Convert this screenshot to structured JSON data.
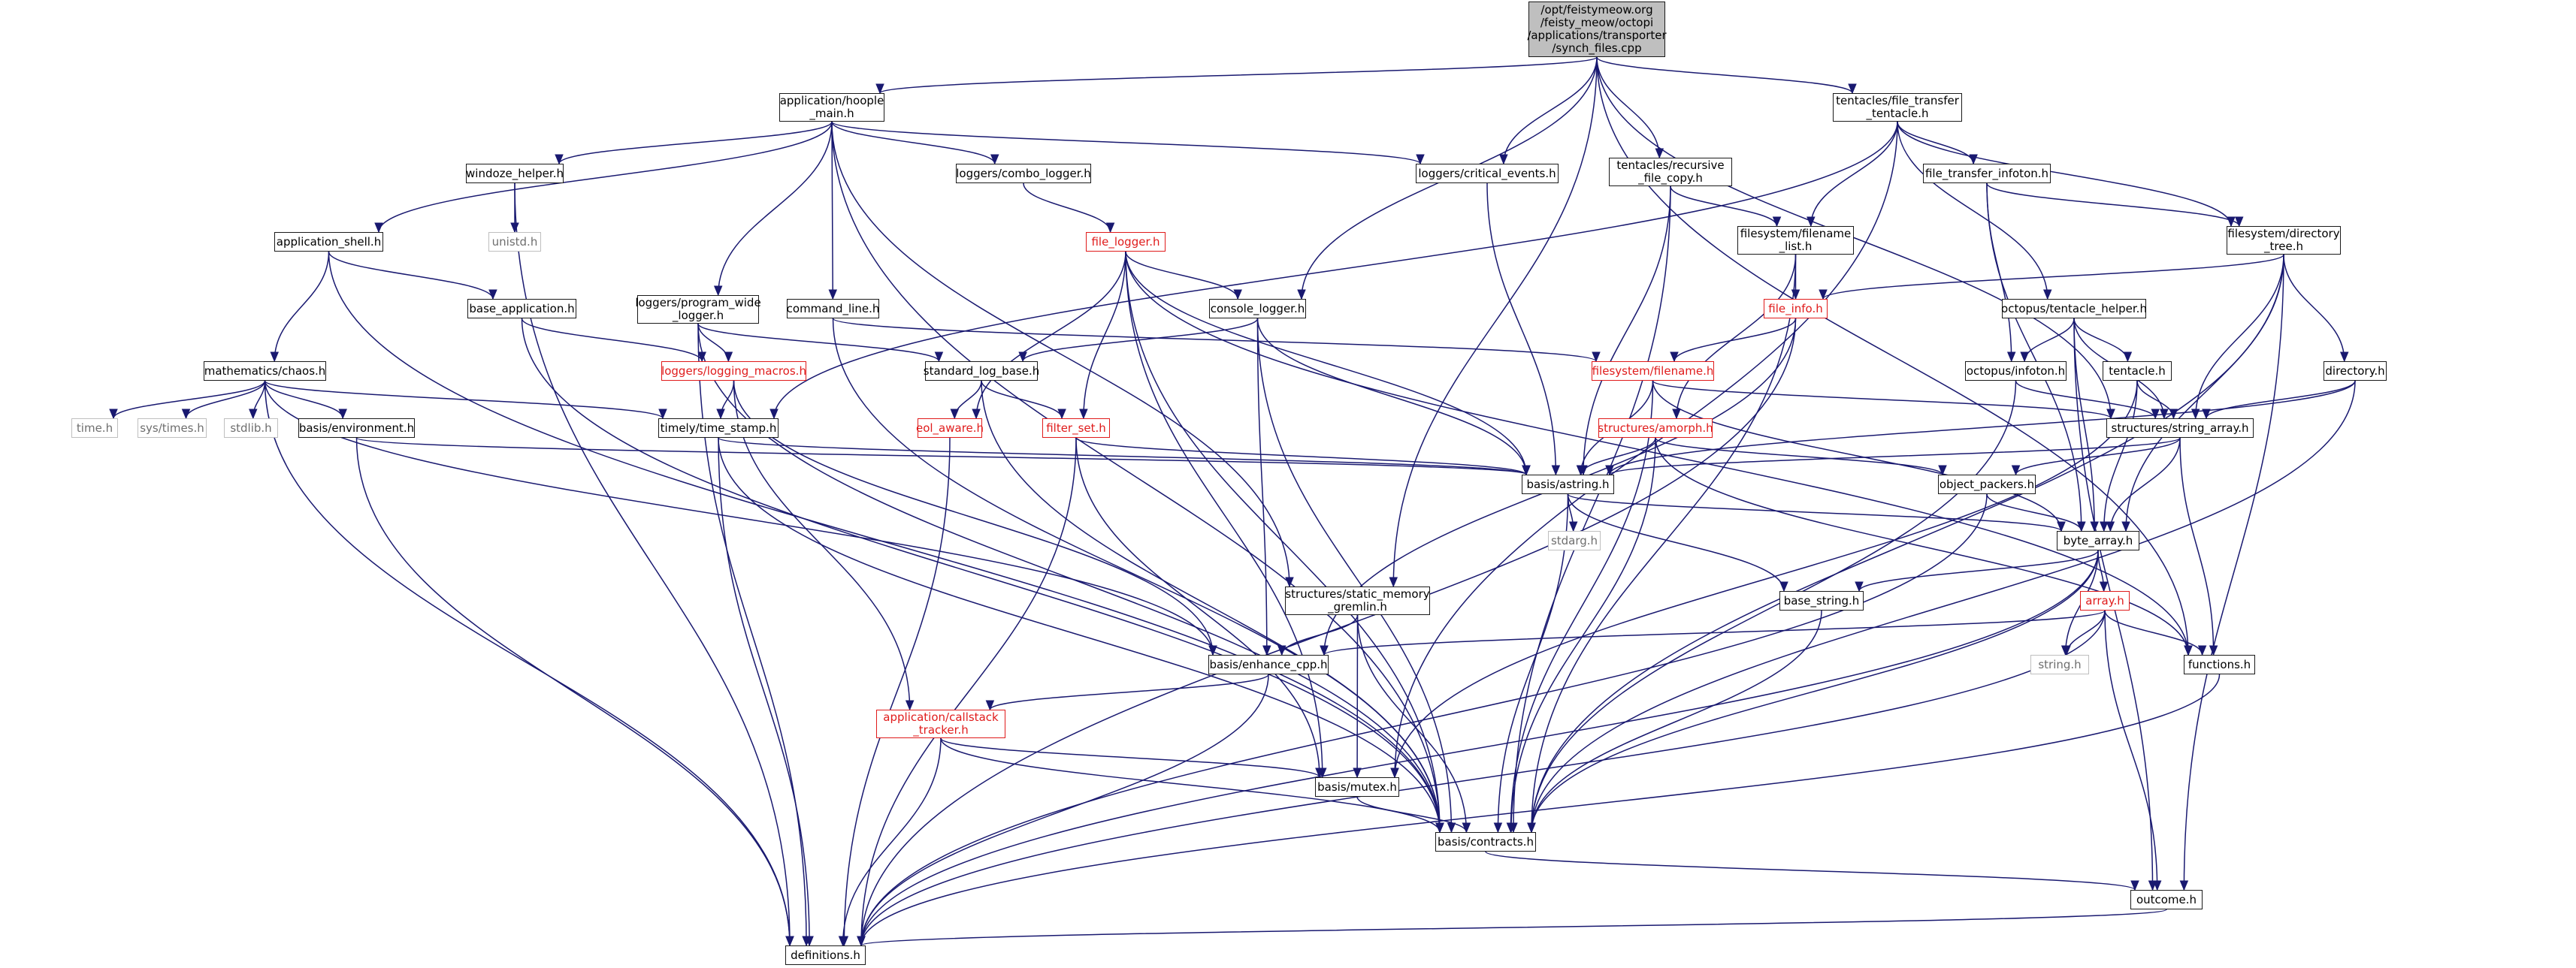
{
  "graph": {
    "title": "/opt/feistymeow.org/feisty_meow/octopi/applications/transporter/synch_files.cpp",
    "colors": {
      "edge": "#191970",
      "normal_border": "#1a1a1a",
      "red_border": "#e01b1b",
      "system_header": "#bfbfbf",
      "root_fill": "#bfbfbf"
    },
    "nodes": [
      {
        "id": "root",
        "lines": [
          "/opt/feistymeow.org",
          "/feisty_meow/octopi",
          "/applications/transporter",
          "/synch_files.cpp"
        ],
        "kind": "root"
      },
      {
        "id": "hoople_main",
        "lines": [
          "application/hoople",
          "_main.h"
        ],
        "kind": "normal"
      },
      {
        "id": "file_transfer_tentacle",
        "lines": [
          "tentacles/file_transfer",
          "_tentacle.h"
        ],
        "kind": "normal"
      },
      {
        "id": "windoze_helper",
        "lines": [
          "windoze_helper.h"
        ],
        "kind": "normal"
      },
      {
        "id": "combo_logger",
        "lines": [
          "loggers/combo_logger.h"
        ],
        "kind": "normal"
      },
      {
        "id": "critical_events",
        "lines": [
          "loggers/critical_events.h"
        ],
        "kind": "normal"
      },
      {
        "id": "recursive_file_copy",
        "lines": [
          "tentacles/recursive",
          "_file_copy.h"
        ],
        "kind": "normal"
      },
      {
        "id": "file_transfer_infoton",
        "lines": [
          "file_transfer_infoton.h"
        ],
        "kind": "normal"
      },
      {
        "id": "application_shell",
        "lines": [
          "application_shell.h"
        ],
        "kind": "normal"
      },
      {
        "id": "unistd",
        "lines": [
          "unistd.h"
        ],
        "kind": "system"
      },
      {
        "id": "file_logger",
        "lines": [
          "file_logger.h"
        ],
        "kind": "red"
      },
      {
        "id": "filename_list",
        "lines": [
          "filesystem/filename",
          "_list.h"
        ],
        "kind": "normal"
      },
      {
        "id": "directory_tree",
        "lines": [
          "filesystem/directory",
          "_tree.h"
        ],
        "kind": "normal"
      },
      {
        "id": "base_application",
        "lines": [
          "base_application.h"
        ],
        "kind": "normal"
      },
      {
        "id": "program_wide_logger",
        "lines": [
          "loggers/program_wide",
          "_logger.h"
        ],
        "kind": "normal"
      },
      {
        "id": "command_line",
        "lines": [
          "command_line.h"
        ],
        "kind": "normal"
      },
      {
        "id": "console_logger",
        "lines": [
          "console_logger.h"
        ],
        "kind": "normal"
      },
      {
        "id": "file_info",
        "lines": [
          "file_info.h"
        ],
        "kind": "red"
      },
      {
        "id": "tentacle_helper",
        "lines": [
          "octopus/tentacle_helper.h"
        ],
        "kind": "normal"
      },
      {
        "id": "chaos",
        "lines": [
          "mathematics/chaos.h"
        ],
        "kind": "normal"
      },
      {
        "id": "logging_macros",
        "lines": [
          "loggers/logging_macros.h"
        ],
        "kind": "red"
      },
      {
        "id": "standard_log_base",
        "lines": [
          "standard_log_base.h"
        ],
        "kind": "normal"
      },
      {
        "id": "fs_filename",
        "lines": [
          "filesystem/filename.h"
        ],
        "kind": "red"
      },
      {
        "id": "infoton",
        "lines": [
          "octopus/infoton.h"
        ],
        "kind": "normal"
      },
      {
        "id": "tentacle",
        "lines": [
          "tentacle.h"
        ],
        "kind": "normal"
      },
      {
        "id": "directory",
        "lines": [
          "directory.h"
        ],
        "kind": "normal"
      },
      {
        "id": "time_h",
        "lines": [
          "time.h"
        ],
        "kind": "system"
      },
      {
        "id": "sys_times",
        "lines": [
          "sys/times.h"
        ],
        "kind": "system"
      },
      {
        "id": "stdlib",
        "lines": [
          "stdlib.h"
        ],
        "kind": "system"
      },
      {
        "id": "environment",
        "lines": [
          "basis/environment.h"
        ],
        "kind": "normal"
      },
      {
        "id": "time_stamp",
        "lines": [
          "timely/time_stamp.h"
        ],
        "kind": "normal"
      },
      {
        "id": "eol_aware",
        "lines": [
          "eol_aware.h"
        ],
        "kind": "red"
      },
      {
        "id": "filter_set",
        "lines": [
          "filter_set.h"
        ],
        "kind": "red"
      },
      {
        "id": "amorph",
        "lines": [
          "structures/amorph.h"
        ],
        "kind": "red"
      },
      {
        "id": "string_array",
        "lines": [
          "structures/string_array.h"
        ],
        "kind": "normal"
      },
      {
        "id": "astring",
        "lines": [
          "basis/astring.h"
        ],
        "kind": "normal"
      },
      {
        "id": "object_packers",
        "lines": [
          "object_packers.h"
        ],
        "kind": "normal"
      },
      {
        "id": "stdarg",
        "lines": [
          "stdarg.h"
        ],
        "kind": "system"
      },
      {
        "id": "byte_array",
        "lines": [
          "byte_array.h"
        ],
        "kind": "normal"
      },
      {
        "id": "static_memory_gremlin",
        "lines": [
          "structures/static_memory",
          "_gremlin.h"
        ],
        "kind": "normal"
      },
      {
        "id": "base_string",
        "lines": [
          "base_string.h"
        ],
        "kind": "normal"
      },
      {
        "id": "array_h",
        "lines": [
          "array.h"
        ],
        "kind": "red"
      },
      {
        "id": "enhance_cpp",
        "lines": [
          "basis/enhance_cpp.h"
        ],
        "kind": "normal"
      },
      {
        "id": "string_h",
        "lines": [
          "string.h"
        ],
        "kind": "system"
      },
      {
        "id": "functions",
        "lines": [
          "functions.h"
        ],
        "kind": "normal"
      },
      {
        "id": "callstack_tracker",
        "lines": [
          "application/callstack",
          "_tracker.h"
        ],
        "kind": "red"
      },
      {
        "id": "mutex",
        "lines": [
          "basis/mutex.h"
        ],
        "kind": "normal"
      },
      {
        "id": "contracts",
        "lines": [
          "basis/contracts.h"
        ],
        "kind": "normal"
      },
      {
        "id": "outcome",
        "lines": [
          "outcome.h"
        ],
        "kind": "normal"
      },
      {
        "id": "definitions",
        "lines": [
          "definitions.h"
        ],
        "kind": "normal"
      }
    ],
    "edges": [
      [
        "root",
        "hoople_main"
      ],
      [
        "root",
        "console_logger"
      ],
      [
        "root",
        "critical_events"
      ],
      [
        "root",
        "static_memory_gremlin"
      ],
      [
        "root",
        "recursive_file_copy"
      ],
      [
        "root",
        "file_transfer_tentacle"
      ],
      [
        "root",
        "string_array"
      ],
      [
        "root",
        "functions"
      ],
      [
        "hoople_main",
        "windoze_helper"
      ],
      [
        "hoople_main",
        "combo_logger"
      ],
      [
        "hoople_main",
        "critical_events"
      ],
      [
        "hoople_main",
        "application_shell"
      ],
      [
        "hoople_main",
        "program_wide_logger"
      ],
      [
        "hoople_main",
        "command_line"
      ],
      [
        "hoople_main",
        "static_memory_gremlin"
      ],
      [
        "hoople_main",
        "contracts"
      ],
      [
        "windoze_helper",
        "unistd"
      ],
      [
        "windoze_helper",
        "definitions"
      ],
      [
        "combo_logger",
        "file_logger"
      ],
      [
        "critical_events",
        "astring"
      ],
      [
        "file_transfer_tentacle",
        "file_transfer_infoton"
      ],
      [
        "file_transfer_tentacle",
        "filename_list"
      ],
      [
        "file_transfer_tentacle",
        "directory_tree"
      ],
      [
        "file_transfer_tentacle",
        "tentacle_helper"
      ],
      [
        "file_transfer_tentacle",
        "time_stamp"
      ],
      [
        "file_transfer_tentacle",
        "mutex"
      ],
      [
        "recursive_file_copy",
        "filename_list"
      ],
      [
        "recursive_file_copy",
        "astring"
      ],
      [
        "recursive_file_copy",
        "contracts"
      ],
      [
        "file_transfer_infoton",
        "directory_tree"
      ],
      [
        "file_transfer_infoton",
        "infoton"
      ],
      [
        "file_transfer_infoton",
        "byte_array"
      ],
      [
        "application_shell",
        "base_application"
      ],
      [
        "application_shell",
        "chaos"
      ],
      [
        "application_shell",
        "contracts"
      ],
      [
        "file_logger",
        "console_logger"
      ],
      [
        "file_logger",
        "eol_aware"
      ],
      [
        "file_logger",
        "filter_set"
      ],
      [
        "file_logger",
        "astring"
      ],
      [
        "file_logger",
        "mutex"
      ],
      [
        "file_logger",
        "contracts"
      ],
      [
        "file_logger",
        "functions"
      ],
      [
        "filename_list",
        "file_info"
      ],
      [
        "filename_list",
        "amorph"
      ],
      [
        "filename_list",
        "contracts"
      ],
      [
        "directory_tree",
        "file_info"
      ],
      [
        "directory_tree",
        "directory"
      ],
      [
        "directory_tree",
        "string_array"
      ],
      [
        "directory_tree",
        "byte_array"
      ],
      [
        "directory_tree",
        "contracts"
      ],
      [
        "directory_tree",
        "outcome"
      ],
      [
        "base_application",
        "logging_macros"
      ],
      [
        "base_application",
        "contracts"
      ],
      [
        "program_wide_logger",
        "standard_log_base"
      ],
      [
        "program_wide_logger",
        "logging_macros"
      ],
      [
        "program_wide_logger",
        "contracts"
      ],
      [
        "program_wide_logger",
        "definitions"
      ],
      [
        "command_line",
        "fs_filename"
      ],
      [
        "command_line",
        "contracts"
      ],
      [
        "console_logger",
        "standard_log_base"
      ],
      [
        "console_logger",
        "astring"
      ],
      [
        "console_logger",
        "enhance_cpp"
      ],
      [
        "console_logger",
        "contracts"
      ],
      [
        "file_info",
        "fs_filename"
      ],
      [
        "file_info",
        "enhance_cpp"
      ],
      [
        "file_info",
        "definitions"
      ],
      [
        "tentacle_helper",
        "infoton"
      ],
      [
        "tentacle_helper",
        "tentacle"
      ],
      [
        "tentacle_helper",
        "string_array"
      ],
      [
        "tentacle_helper",
        "byte_array"
      ],
      [
        "tentacle_helper",
        "outcome"
      ],
      [
        "chaos",
        "time_h"
      ],
      [
        "chaos",
        "sys_times"
      ],
      [
        "chaos",
        "stdlib"
      ],
      [
        "chaos",
        "environment"
      ],
      [
        "chaos",
        "time_stamp"
      ],
      [
        "chaos",
        "enhance_cpp"
      ],
      [
        "chaos",
        "definitions"
      ],
      [
        "logging_macros",
        "time_stamp"
      ],
      [
        "logging_macros",
        "callstack_tracker"
      ],
      [
        "logging_macros",
        "enhance_cpp"
      ],
      [
        "standard_log_base",
        "eol_aware"
      ],
      [
        "standard_log_base",
        "filter_set"
      ],
      [
        "standard_log_base",
        "contracts"
      ],
      [
        "fs_filename",
        "astring"
      ],
      [
        "fs_filename",
        "string_array"
      ],
      [
        "fs_filename",
        "byte_array"
      ],
      [
        "fs_filename",
        "contracts"
      ],
      [
        "infoton",
        "string_array"
      ],
      [
        "infoton",
        "contracts"
      ],
      [
        "tentacle",
        "string_array"
      ],
      [
        "tentacle",
        "byte_array"
      ],
      [
        "tentacle",
        "mutex"
      ],
      [
        "directory",
        "string_array"
      ],
      [
        "directory",
        "astring"
      ],
      [
        "directory",
        "contracts"
      ],
      [
        "environment",
        "astring"
      ],
      [
        "environment",
        "definitions"
      ],
      [
        "time_stamp",
        "astring"
      ],
      [
        "time_stamp",
        "contracts"
      ],
      [
        "time_stamp",
        "definitions"
      ],
      [
        "eol_aware",
        "definitions"
      ],
      [
        "filter_set",
        "astring"
      ],
      [
        "filter_set",
        "mutex"
      ],
      [
        "filter_set",
        "definitions"
      ],
      [
        "amorph",
        "astring"
      ],
      [
        "amorph",
        "object_packers"
      ],
      [
        "amorph",
        "functions"
      ],
      [
        "amorph",
        "contracts"
      ],
      [
        "string_array",
        "object_packers"
      ],
      [
        "string_array",
        "byte_array"
      ],
      [
        "string_array",
        "functions"
      ],
      [
        "string_array",
        "astring"
      ],
      [
        "astring",
        "stdarg"
      ],
      [
        "astring",
        "base_string"
      ],
      [
        "astring",
        "byte_array"
      ],
      [
        "astring",
        "contracts"
      ],
      [
        "object_packers",
        "byte_array"
      ],
      [
        "object_packers",
        "definitions"
      ],
      [
        "byte_array",
        "base_string"
      ],
      [
        "byte_array",
        "array_h"
      ],
      [
        "byte_array",
        "string_h"
      ],
      [
        "byte_array",
        "contracts"
      ],
      [
        "byte_array",
        "definitions"
      ],
      [
        "static_memory_gremlin",
        "enhance_cpp"
      ],
      [
        "static_memory_gremlin",
        "mutex"
      ],
      [
        "static_memory_gremlin",
        "contracts"
      ],
      [
        "base_string",
        "contracts"
      ],
      [
        "array_h",
        "enhance_cpp"
      ],
      [
        "array_h",
        "string_h"
      ],
      [
        "array_h",
        "functions"
      ],
      [
        "array_h",
        "outcome"
      ],
      [
        "array_h",
        "definitions"
      ],
      [
        "enhance_cpp",
        "callstack_tracker"
      ],
      [
        "enhance_cpp",
        "definitions"
      ],
      [
        "functions",
        "definitions"
      ],
      [
        "callstack_tracker",
        "mutex"
      ],
      [
        "callstack_tracker",
        "contracts"
      ],
      [
        "callstack_tracker",
        "definitions"
      ],
      [
        "mutex",
        "contracts"
      ],
      [
        "contracts",
        "outcome"
      ],
      [
        "outcome",
        "definitions"
      ]
    ]
  }
}
